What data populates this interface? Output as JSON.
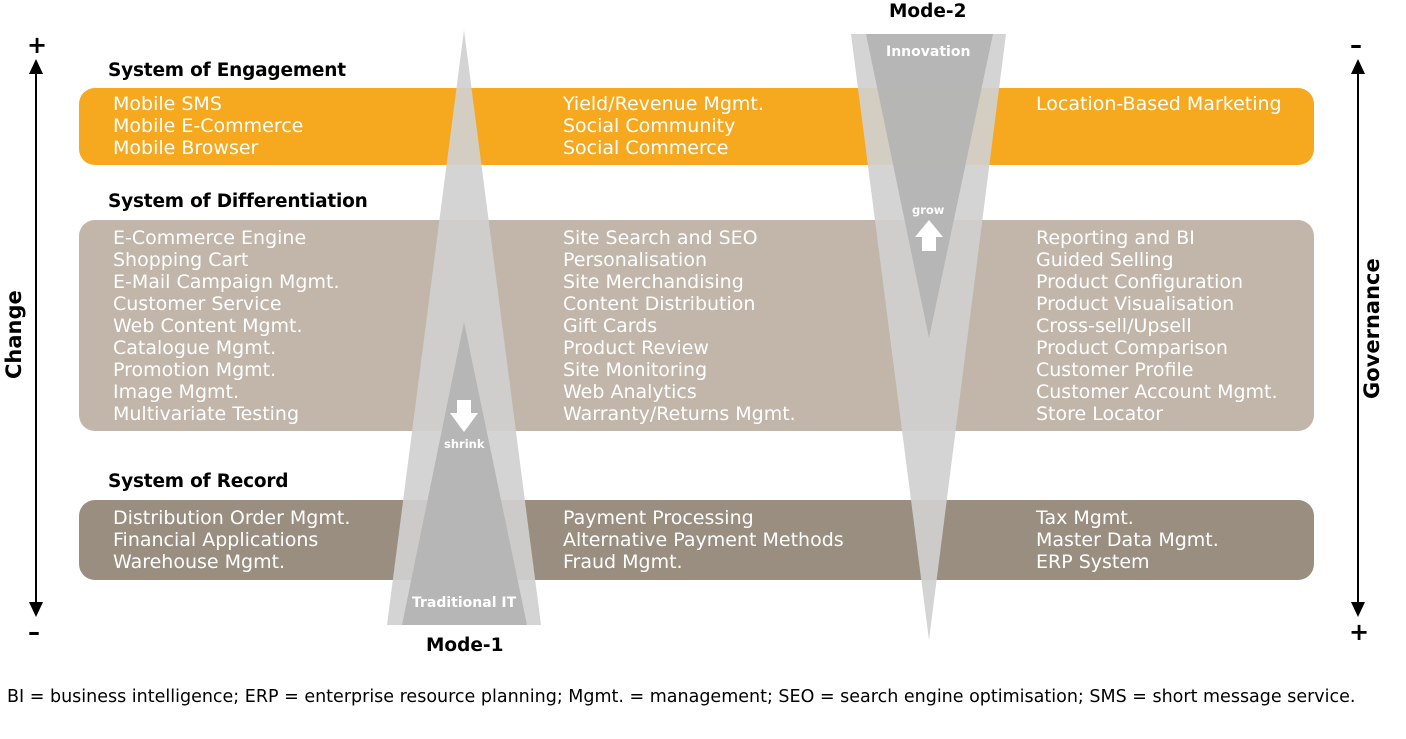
{
  "modes": {
    "mode1_label": "Mode-1",
    "mode2_label": "Mode-2",
    "mode1_triangle_label": "Traditional IT",
    "mode2_triangle_label": "Innovation",
    "shrink_label": "shrink",
    "grow_label": "grow"
  },
  "axes": {
    "left_label": "Change",
    "left_top_sign": "+",
    "left_bottom_sign": "–",
    "right_label": "Governance",
    "right_top_sign": "–",
    "right_bottom_sign": "+"
  },
  "systems": {
    "engagement": {
      "title": "System of Engagement",
      "color": "#f6a81e",
      "col1": [
        "Mobile SMS",
        "Mobile E-Commerce",
        "Mobile Browser"
      ],
      "col2": [
        "Yield/Revenue Mgmt.",
        "Social Community",
        "Social Commerce"
      ],
      "col3": [
        "Location-Based Marketing"
      ]
    },
    "differentiation": {
      "title": "System of Differentiation",
      "color": "#c1b6a9",
      "col1": [
        "E-Commerce Engine",
        "Shopping Cart",
        "E-Mail Campaign Mgmt.",
        "Customer Service",
        "Web Content Mgmt.",
        "Catalogue Mgmt.",
        "Promotion Mgmt.",
        "Image Mgmt.",
        "Multivariate Testing"
      ],
      "col2": [
        "Site Search and SEO",
        "Personalisation",
        "Site Merchandising",
        "Content Distribution",
        "Gift Cards",
        "Product Review",
        "Site Monitoring",
        "Web Analytics",
        "Warranty/Returns Mgmt."
      ],
      "col3": [
        "Reporting and BI",
        "Guided Selling",
        "Product Configuration",
        "Product Visualisation",
        "Cross-sell/Upsell",
        "Product Comparison",
        "Customer Profile",
        "Customer Account Mgmt.",
        "Store Locator"
      ]
    },
    "record": {
      "title": "System of Record",
      "color": "#9a8e81",
      "col1": [
        "Distribution Order Mgmt.",
        "Financial Applications",
        "Warehouse Mgmt."
      ],
      "col2": [
        "Payment Processing",
        "Alternative Payment Methods",
        "Fraud Mgmt."
      ],
      "col3": [
        "Tax Mgmt.",
        "Master Data Mgmt.",
        "ERP System"
      ]
    }
  },
  "footnote": "BI = business intelligence; ERP = enterprise resource planning; Mgmt. = management; SEO = search engine optimisation; SMS = short message service."
}
